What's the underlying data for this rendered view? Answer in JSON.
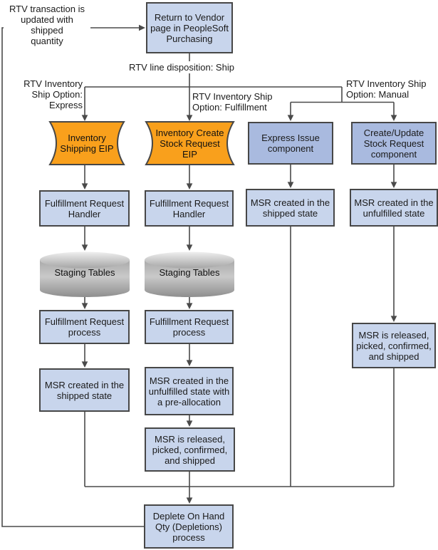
{
  "diagram": {
    "title_hint": "RTV Return to Vendor inventory ship process flow",
    "nodes": {
      "return_to_vendor": "Return to Vendor\npage in PeopleSoft\nPurchasing",
      "inventory_shipping_eip": "Inventory\nShipping EIP",
      "inventory_create_stock_request_eip": "Inventory Create\nStock Request\nEIP",
      "express_issue_component": "Express Issue\ncomponent",
      "create_update_stock_request_component": "Create/Update\nStock Request\ncomponent",
      "fulfillment_request_handler_1": "Fulfillment Request\nHandler",
      "fulfillment_request_handler_2": "Fulfillment Request\nHandler",
      "staging_tables_1": "Staging Tables",
      "staging_tables_2": "Staging Tables",
      "fulfillment_request_process_1": "Fulfillment Request\nprocess",
      "fulfillment_request_process_2": "Fulfillment Request\nprocess",
      "msr_created_shipped_express": "MSR created in the\nshipped state",
      "msr_created_unfulfilled_preallocation": "MSR created in the\nunfulfilled state with\na pre-allocation",
      "msr_created_shipped_manual": "MSR created in the\nshipped state",
      "msr_created_unfulfilled_manual": "MSR created in the\nunfulfilled state",
      "msr_released_fulfillment": "MSR is released,\npicked, confirmed,\nand shipped",
      "msr_released_manual": "MSR is released,\npicked, confirmed,\nand shipped",
      "deplete_on_hand": "Deplete On Hand\nQty (Depletions)\nprocess"
    },
    "labels": {
      "rtv_transaction_updated": "RTV transaction is\nupdated with shipped\nquantity",
      "rtv_line_disposition": "RTV line disposition: Ship",
      "ship_option_express": "RTV Inventory\nShip Option:\nExpress",
      "ship_option_fulfillment": "RTV Inventory Ship\nOption: Fulfillment",
      "ship_option_manual": "RTV Inventory Ship\nOption: Manual"
    },
    "colors": {
      "node_fill_light": "#C8D5EC",
      "node_fill_medium": "#A9BADF",
      "eip_fill_orange": "#F9A01C",
      "node_border": "#474747",
      "connector": "#4A4A4A"
    }
  }
}
